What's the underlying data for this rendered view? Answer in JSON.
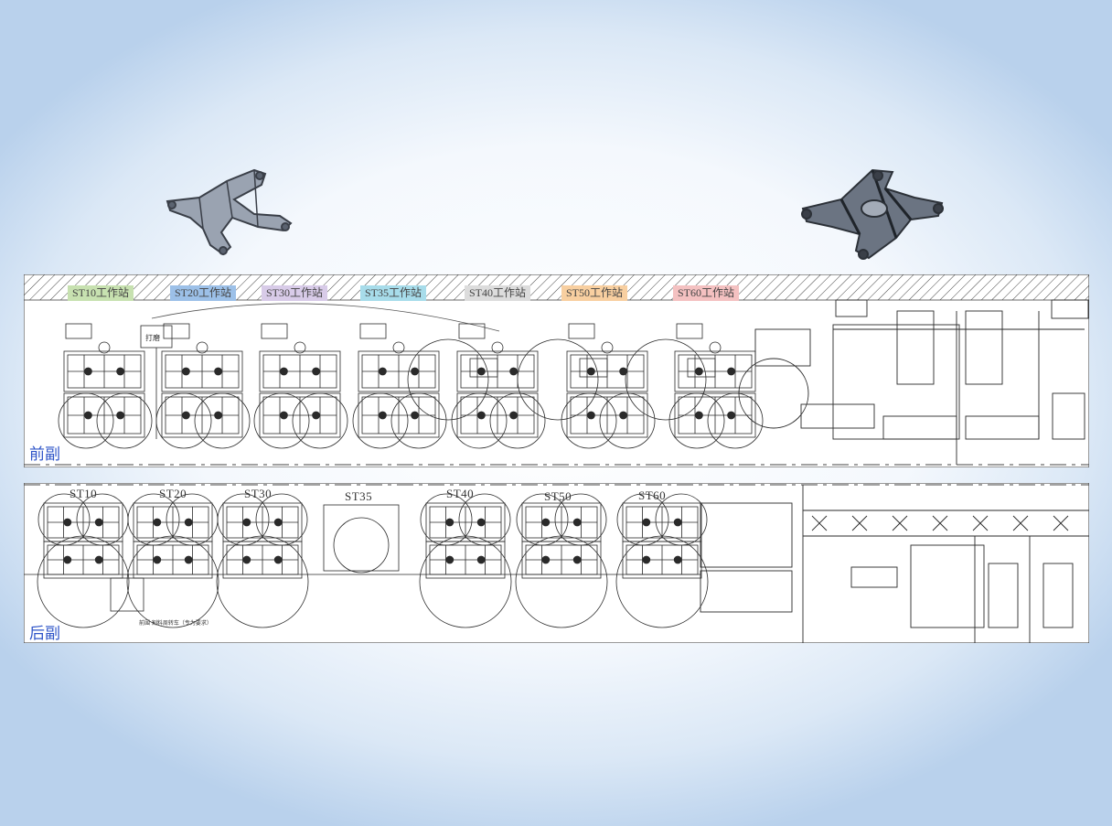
{
  "front_line": {
    "name": "前副",
    "stations": [
      {
        "label": "ST10工作站",
        "color": "#c7e1b0"
      },
      {
        "label": "ST20工作站",
        "color": "#9cc0e8"
      },
      {
        "label": "ST30工作站",
        "color": "#d8cbe8"
      },
      {
        "label": "ST35工作站",
        "color": "#a7dcea"
      },
      {
        "label": "ST40工作站",
        "color": "#dcdcdc"
      },
      {
        "label": "ST50工作站",
        "color": "#f8cfa0"
      },
      {
        "label": "ST60工作站",
        "color": "#f4c1c1"
      }
    ],
    "box_label": "打磨"
  },
  "rear_line": {
    "name": "后副",
    "stations": [
      "ST10",
      "ST20",
      "ST30",
      "ST35",
      "ST40",
      "ST50",
      "ST60"
    ],
    "note": "前围 割料周转车（专为要求）"
  },
  "colors": {
    "line_label": "#2e54c8",
    "drawing": "#2a2a2a"
  }
}
